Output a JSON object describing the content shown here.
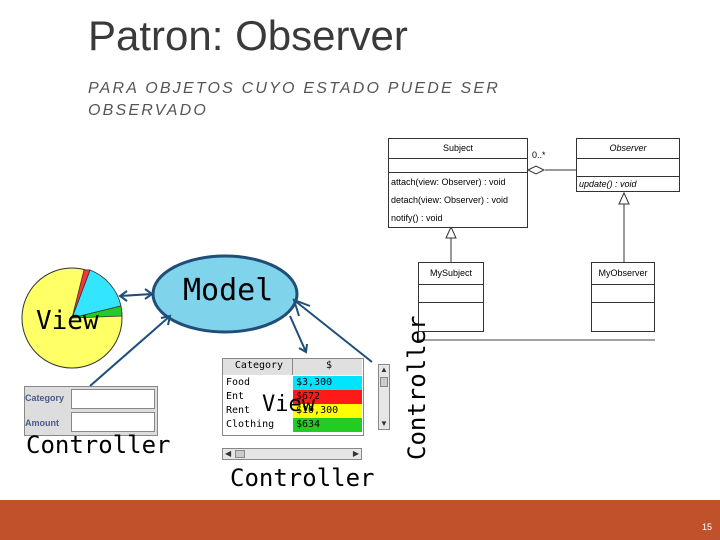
{
  "slide": {
    "title": "Patron: Observer",
    "subtitle": "PARA OBJETOS CUYO ESTADO PUEDE SER OBSERVADO",
    "page_number": "15",
    "footer_color": "#c0522b"
  },
  "uml": {
    "subject": {
      "name": "Subject",
      "methods": [
        "attach(view: Observer) : void",
        "detach(view: Observer) : void",
        "notify() : void"
      ]
    },
    "observer": {
      "name": "Observer",
      "methods": [
        "update() : void"
      ]
    },
    "multiplicity": "0..*",
    "my_subject": {
      "name": "MySubject"
    },
    "my_observer": {
      "name": "MyObserver"
    }
  },
  "mvc": {
    "model_label": "Model",
    "view_label_pie": "View",
    "view_label_table": "View",
    "controller_form_label": "Controller",
    "controller_table_label": "Controller",
    "controller_scroll_label": "Controller",
    "form_fields": [
      "Category",
      "Amount"
    ],
    "table_headers": [
      "Category",
      "$"
    ],
    "table_rows": [
      {
        "category": "Food",
        "amount": "$3,300",
        "color": "#00e5ff"
      },
      {
        "category": "Ent",
        "amount": "$672",
        "color": "#ff1a1a"
      },
      {
        "category": "Rent",
        "amount": "$10,300",
        "color": "#ffff00"
      },
      {
        "category": "Clothing",
        "amount": "$634",
        "color": "#22cc22"
      }
    ],
    "pie_colors": [
      "#ffff66",
      "#33e5ff",
      "#ff3333",
      "#22cc22"
    ]
  }
}
